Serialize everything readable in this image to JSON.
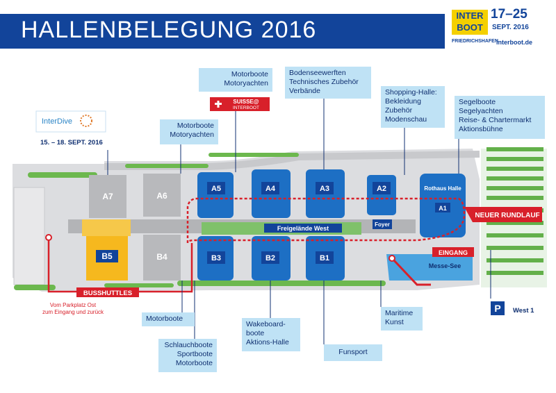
{
  "header": {
    "title": "HALLENBELEGUNG 2016",
    "logo_inter": "INTER",
    "logo_boot": "BOOT",
    "logo_dates": "17–25",
    "logo_sept": "SEPT. 2016",
    "logo_city": "FRIEDRICHSHAFEN",
    "logo_url": "interboot.de"
  },
  "interdive": {
    "name": "InterDive",
    "dates": "15. – 18. SEPT. 2016"
  },
  "labels": {
    "a5": [
      "Motorboote",
      "Motoryachten"
    ],
    "suisse": [
      "SUISSE@",
      "INTERBOOT"
    ],
    "a4": [
      "Bodenseewerften",
      "Technisches Zubehör",
      "Verbände"
    ],
    "a2": [
      "Shopping-Halle:",
      "Bekleidung",
      "Zubehör",
      "Modenschau"
    ],
    "a1": [
      "Segelboote",
      "Segelyachten",
      "Reise- & Chartermarkt",
      "Aktionsbühne"
    ],
    "a6": [
      "Motorboote",
      "Motoryachten"
    ],
    "b4": [
      "Motorboote"
    ],
    "b3": [
      "Schlauchboote",
      "Sportboote",
      "Motorboote"
    ],
    "b2": [
      "Wakeboard-",
      "boote",
      "Aktions-Halle"
    ],
    "b1": [
      "Funsport"
    ],
    "see": [
      "Maritime",
      "Kunst"
    ]
  },
  "map": {
    "halls": [
      "A7",
      "A6",
      "A5",
      "A4",
      "A3",
      "A2",
      "A1",
      "B5",
      "B4",
      "B3",
      "B2",
      "B1"
    ],
    "rothaus": "Rothaus Halle",
    "freigelaende": "Freigelände West",
    "foyer": "Foyer",
    "messe_see": "Messe-See",
    "eingang": "EINGANG",
    "rundlauf": "NEUER RUNDLAUF",
    "busshuttles": "BUSSHUTTLES",
    "parkplatz_note": [
      "Vom Parkplatz Ost",
      "zum Eingang und zurück"
    ],
    "parking_symbol": "P",
    "parking": "West 1"
  }
}
